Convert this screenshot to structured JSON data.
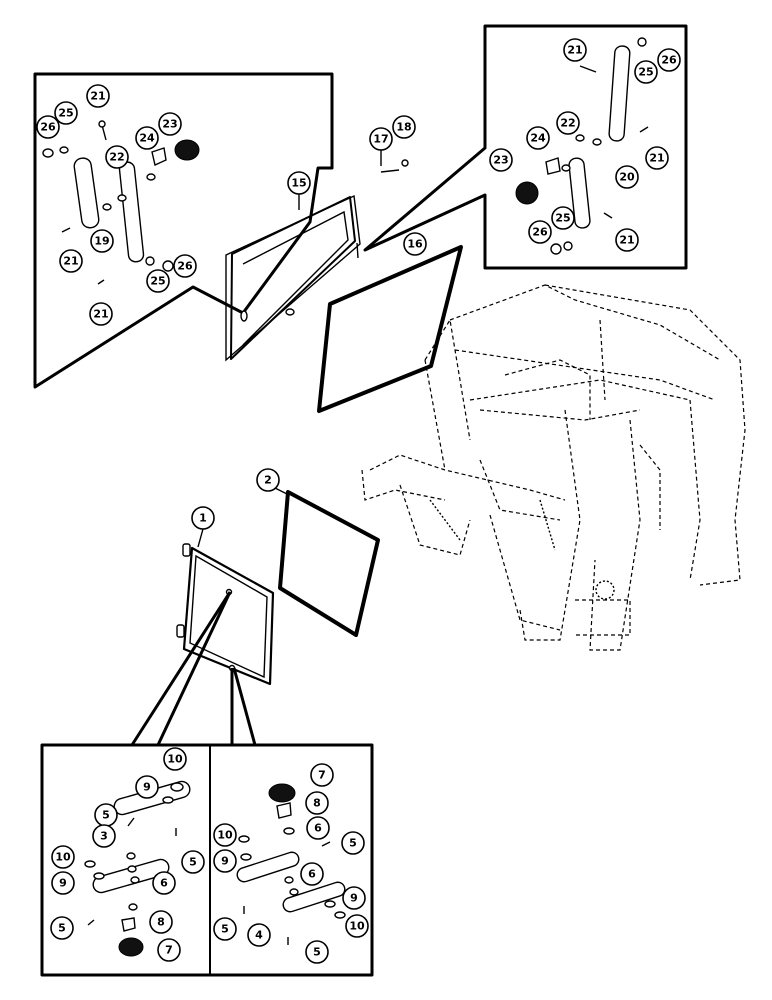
{
  "diagram": {
    "callouts_top_left": [
      "21",
      "26",
      "25",
      "22",
      "24",
      "23",
      "19",
      "21",
      "25",
      "26",
      "21"
    ],
    "callouts_top_center": [
      "15",
      "17",
      "18",
      "16"
    ],
    "callouts_top_right": [
      "21",
      "25",
      "26",
      "22",
      "24",
      "23",
      "20",
      "21",
      "25",
      "26",
      "21"
    ],
    "callouts_middle": [
      "1",
      "2"
    ],
    "callouts_bottom_left": [
      "10",
      "9",
      "5",
      "3",
      "5",
      "10",
      "9",
      "6",
      "8",
      "5",
      "7"
    ],
    "callouts_bottom_right": [
      "7",
      "8",
      "6",
      "10",
      "5",
      "9",
      "6",
      "4",
      "9",
      "5",
      "10",
      "5"
    ]
  }
}
